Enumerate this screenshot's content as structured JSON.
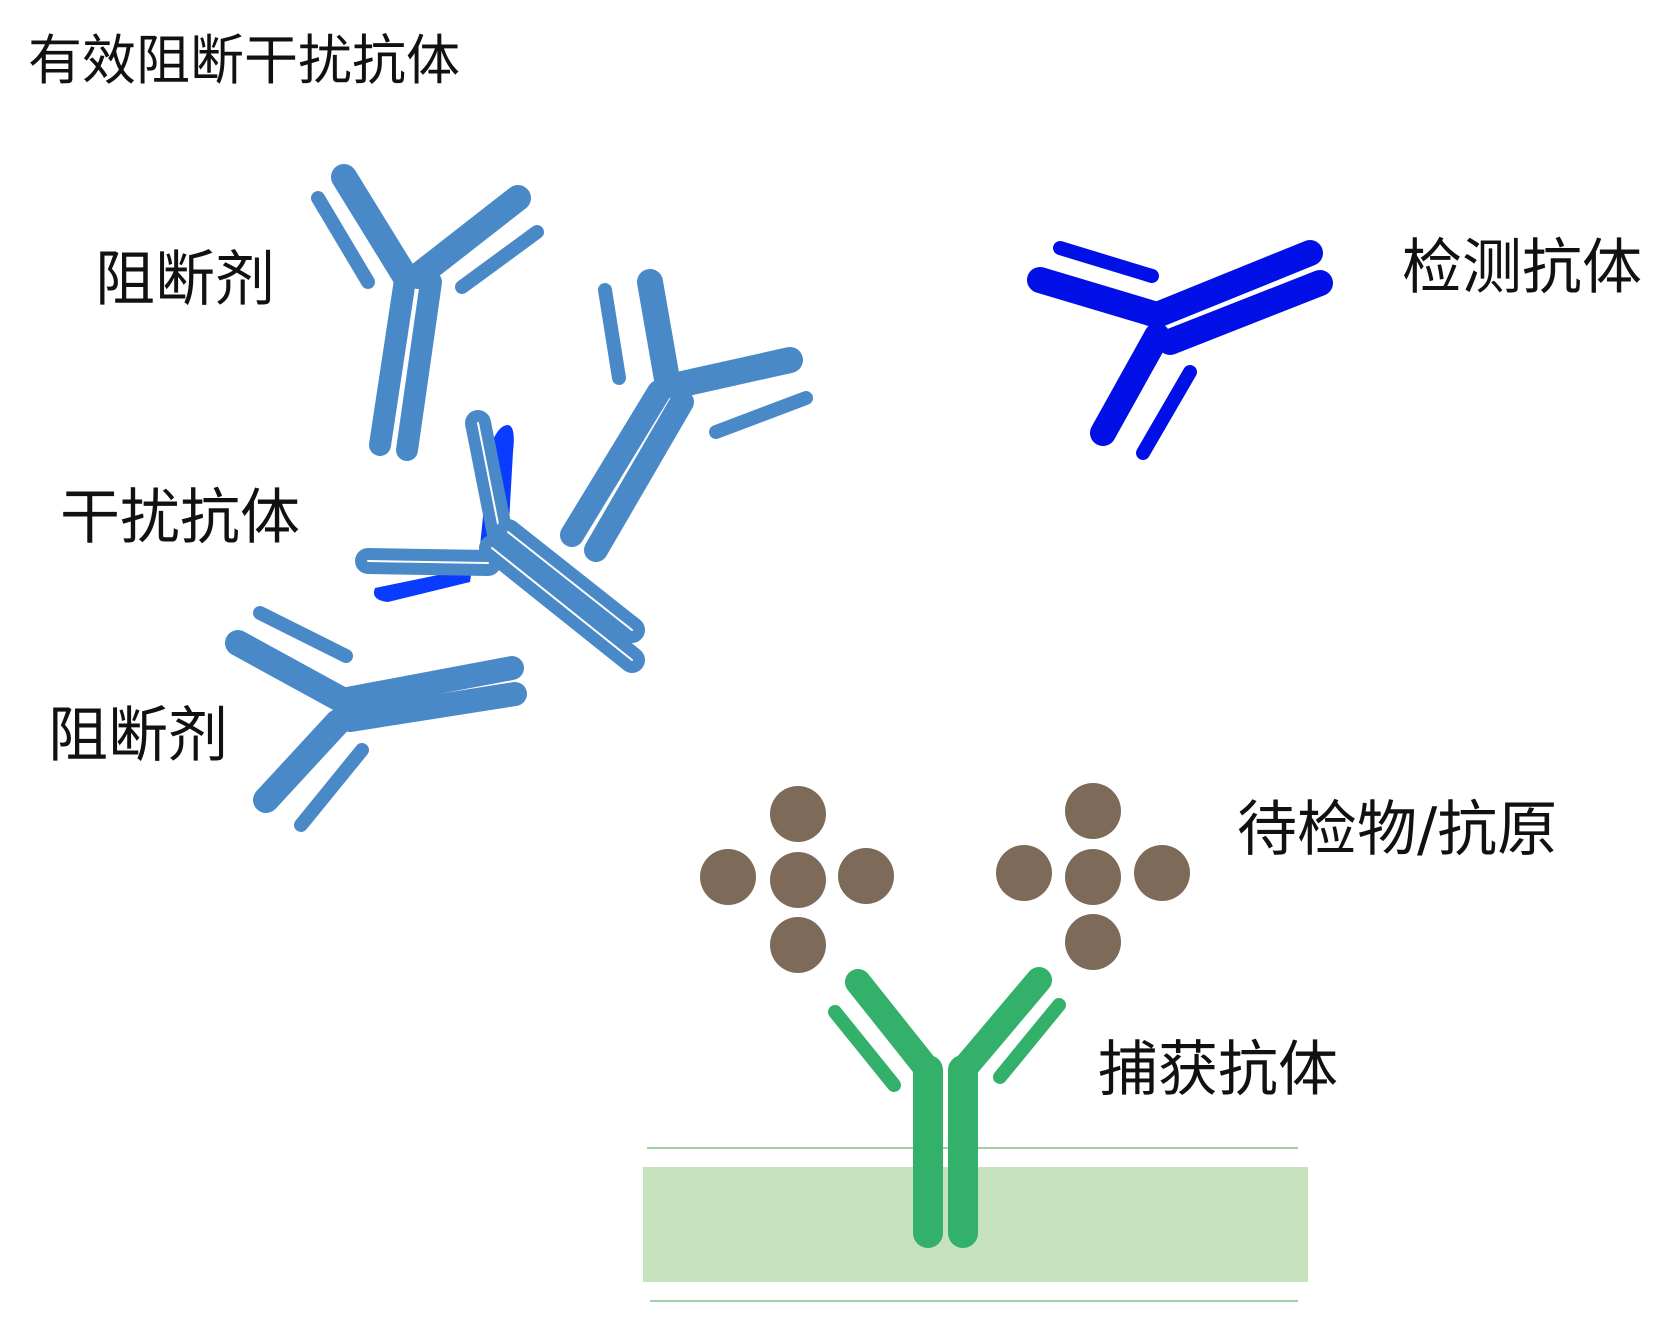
{
  "title": "有效阻断干扰抗体",
  "labels": {
    "blocker_top": "阻断剂",
    "interfering_antibody": "干扰抗体",
    "blocker_bottom": "阻断剂",
    "detection_antibody": "检测抗体",
    "analyte_antigen": "待检物/抗原",
    "capture_antibody": "捕获抗体"
  },
  "colors": {
    "blocker": "#4a89c8",
    "interfering_core": "#0a3cff",
    "detection": "#0010e6",
    "antigen": "#7d6a58",
    "capture": "#33b06a",
    "surface": "#c7e3bd",
    "surface_line": "#9fd3a6"
  },
  "elements": {
    "antigen_clusters": 2,
    "antigen_particles_per_cluster": 5
  }
}
